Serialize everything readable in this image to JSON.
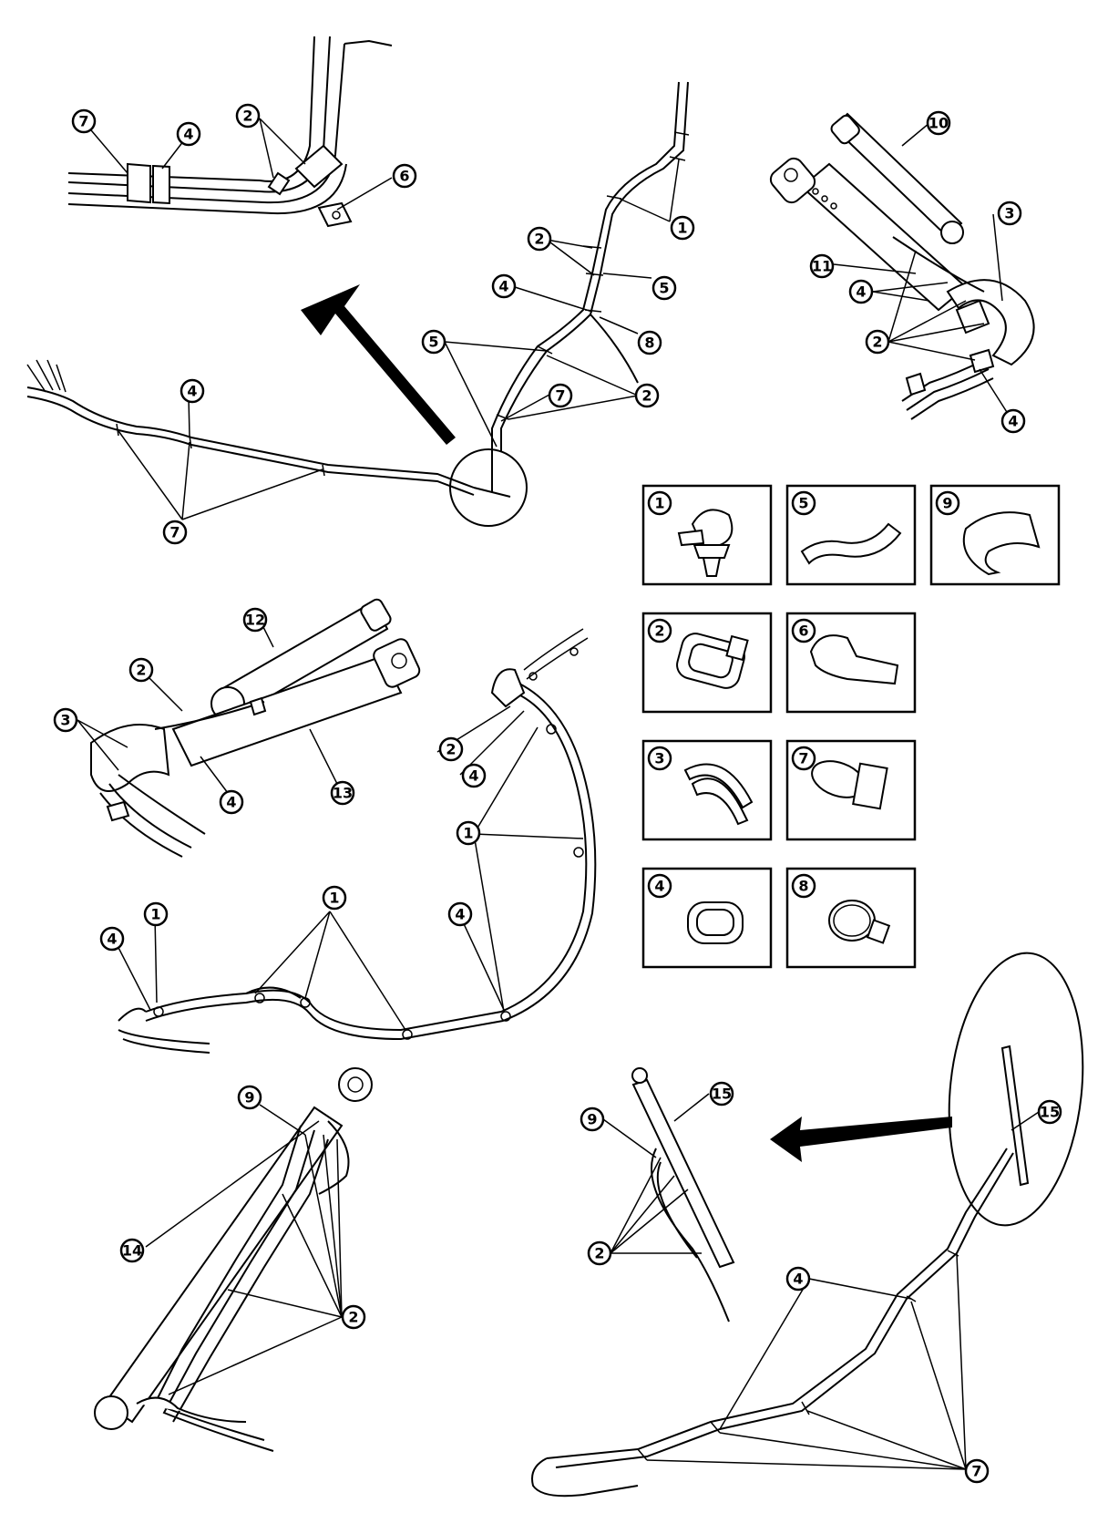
{
  "diagram": {
    "callout_labels": {
      "n1": "1",
      "n2": "2",
      "n3": "3",
      "n4": "4",
      "n5": "5",
      "n6": "6",
      "n7": "7",
      "n8": "8",
      "n9": "9",
      "n10": "10",
      "n11": "11",
      "n12": "12",
      "n13": "13",
      "n14": "14",
      "n15": "15"
    },
    "legend_items": [
      "1",
      "5",
      "9",
      "2",
      "6",
      "3",
      "7",
      "4",
      "8"
    ]
  }
}
